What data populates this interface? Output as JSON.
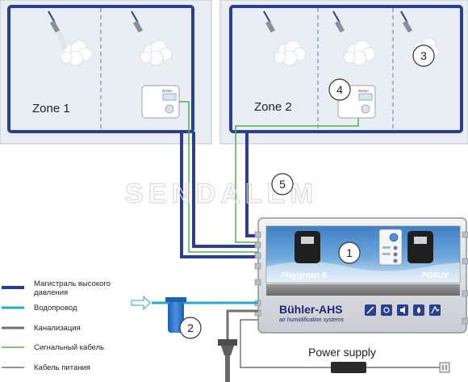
{
  "zones": [
    {
      "name": "Zone 1"
    },
    {
      "name": "Zone 2"
    }
  ],
  "controller": {
    "name_left": "Playgreen 6",
    "name_right": "PG6UV",
    "brand": "Bühler-AHS",
    "tagline": "air humidification systems",
    "sensor_brand": "Bühler"
  },
  "callouts": [
    "1",
    "2",
    "3",
    "4",
    "5"
  ],
  "power_label": "Power supply",
  "watermark": "SENDALEM",
  "legend": [
    {
      "label": "Магистраль высокого давления",
      "color": "#2a3f8f",
      "line": "thick"
    },
    {
      "label": "Водопровод",
      "color": "#27a8d9",
      "line": "medium"
    },
    {
      "label": "Канализация",
      "color": "#707070",
      "line": "medium"
    },
    {
      "label": "Сигнальный кабель",
      "color": "#56b04a",
      "line": "thin"
    },
    {
      "label": "Кабель питания",
      "color": "#555555",
      "line": "thin"
    }
  ],
  "colors": {
    "high_pressure": "#2a3f8f",
    "water": "#27a8d9",
    "drain": "#707070",
    "signal": "#56b04a",
    "power": "#555555",
    "zone_fill": "#e9eef4"
  }
}
